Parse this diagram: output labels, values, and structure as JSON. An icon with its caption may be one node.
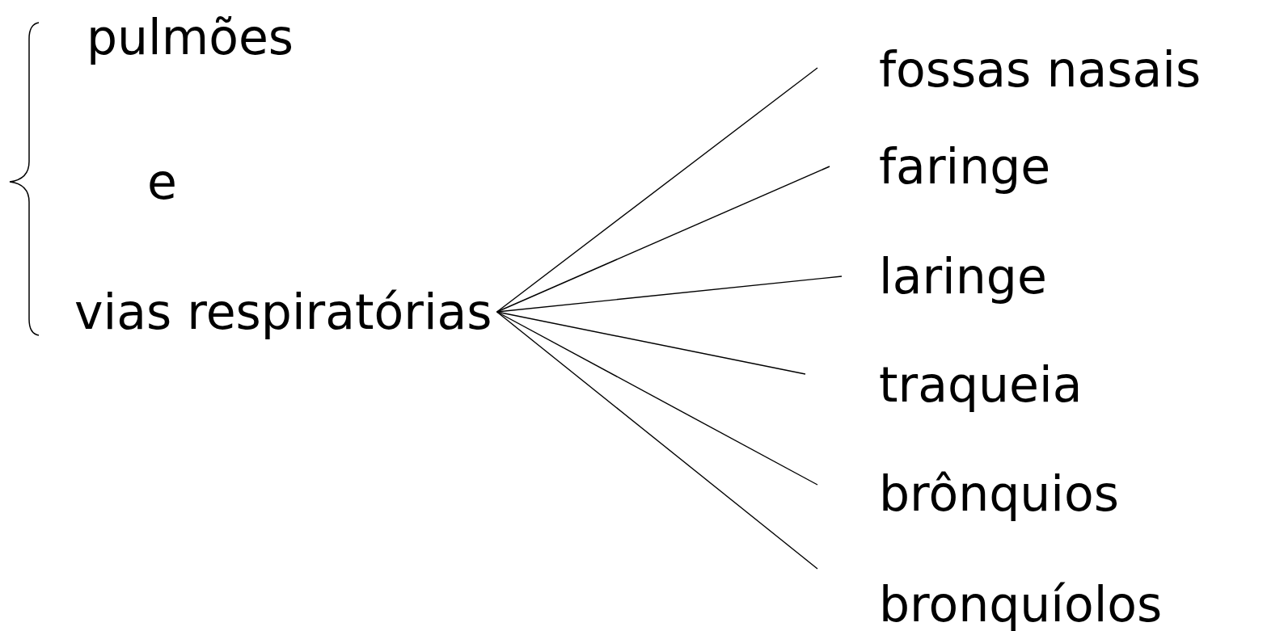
{
  "diagram": {
    "nodes": [
      {
        "text": [
          "vias respiratórias"
        ]
      },
      {
        "text": [
          "fossas nasais"
        ]
      },
      {
        "text": [
          "faringe"
        ]
      },
      {
        "text": [
          "laringe"
        ]
      },
      {
        "text": [
          "traqueia"
        ]
      },
      {
        "text": [
          "brônquios"
        ]
      },
      {
        "text": [
          "bronquíolos"
        ]
      }
    ],
    "edges": [
      {
        "from": 0,
        "to": 1,
        "arrow": "none"
      },
      {
        "from": 0,
        "to": 2,
        "arrow": "none"
      },
      {
        "from": 0,
        "to": 3,
        "arrow": "none"
      },
      {
        "from": 0,
        "to": 4,
        "arrow": "none"
      },
      {
        "from": 0,
        "to": 5,
        "arrow": "none"
      },
      {
        "from": 0,
        "to": 6,
        "arrow": "none"
      }
    ],
    "labels": [
      "pulmões",
      "e"
    ]
  }
}
